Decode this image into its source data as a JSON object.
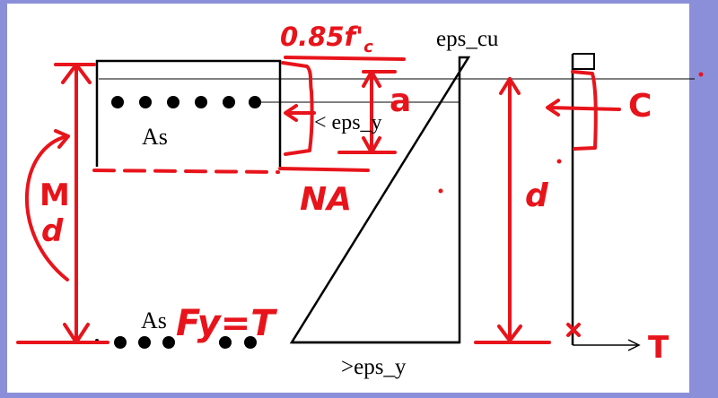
{
  "labels": {
    "eps_cu": "eps_cu",
    "eps_y_top": "< eps_y",
    "eps_y_bottom": ">eps_y",
    "as_top": "As",
    "as_bottom": "As"
  },
  "annotations": {
    "stress": "0.85f",
    "stress_sub": "c",
    "stress_prime": "'",
    "a": "a",
    "na": "NA",
    "fy_t": "Fy=T",
    "m": "M",
    "d_left": "d",
    "d_right": "d",
    "c": "C",
    "t": "T"
  },
  "colors": {
    "ink": "#000000",
    "hand": "#e8141b",
    "background": "#8b8fd9"
  }
}
